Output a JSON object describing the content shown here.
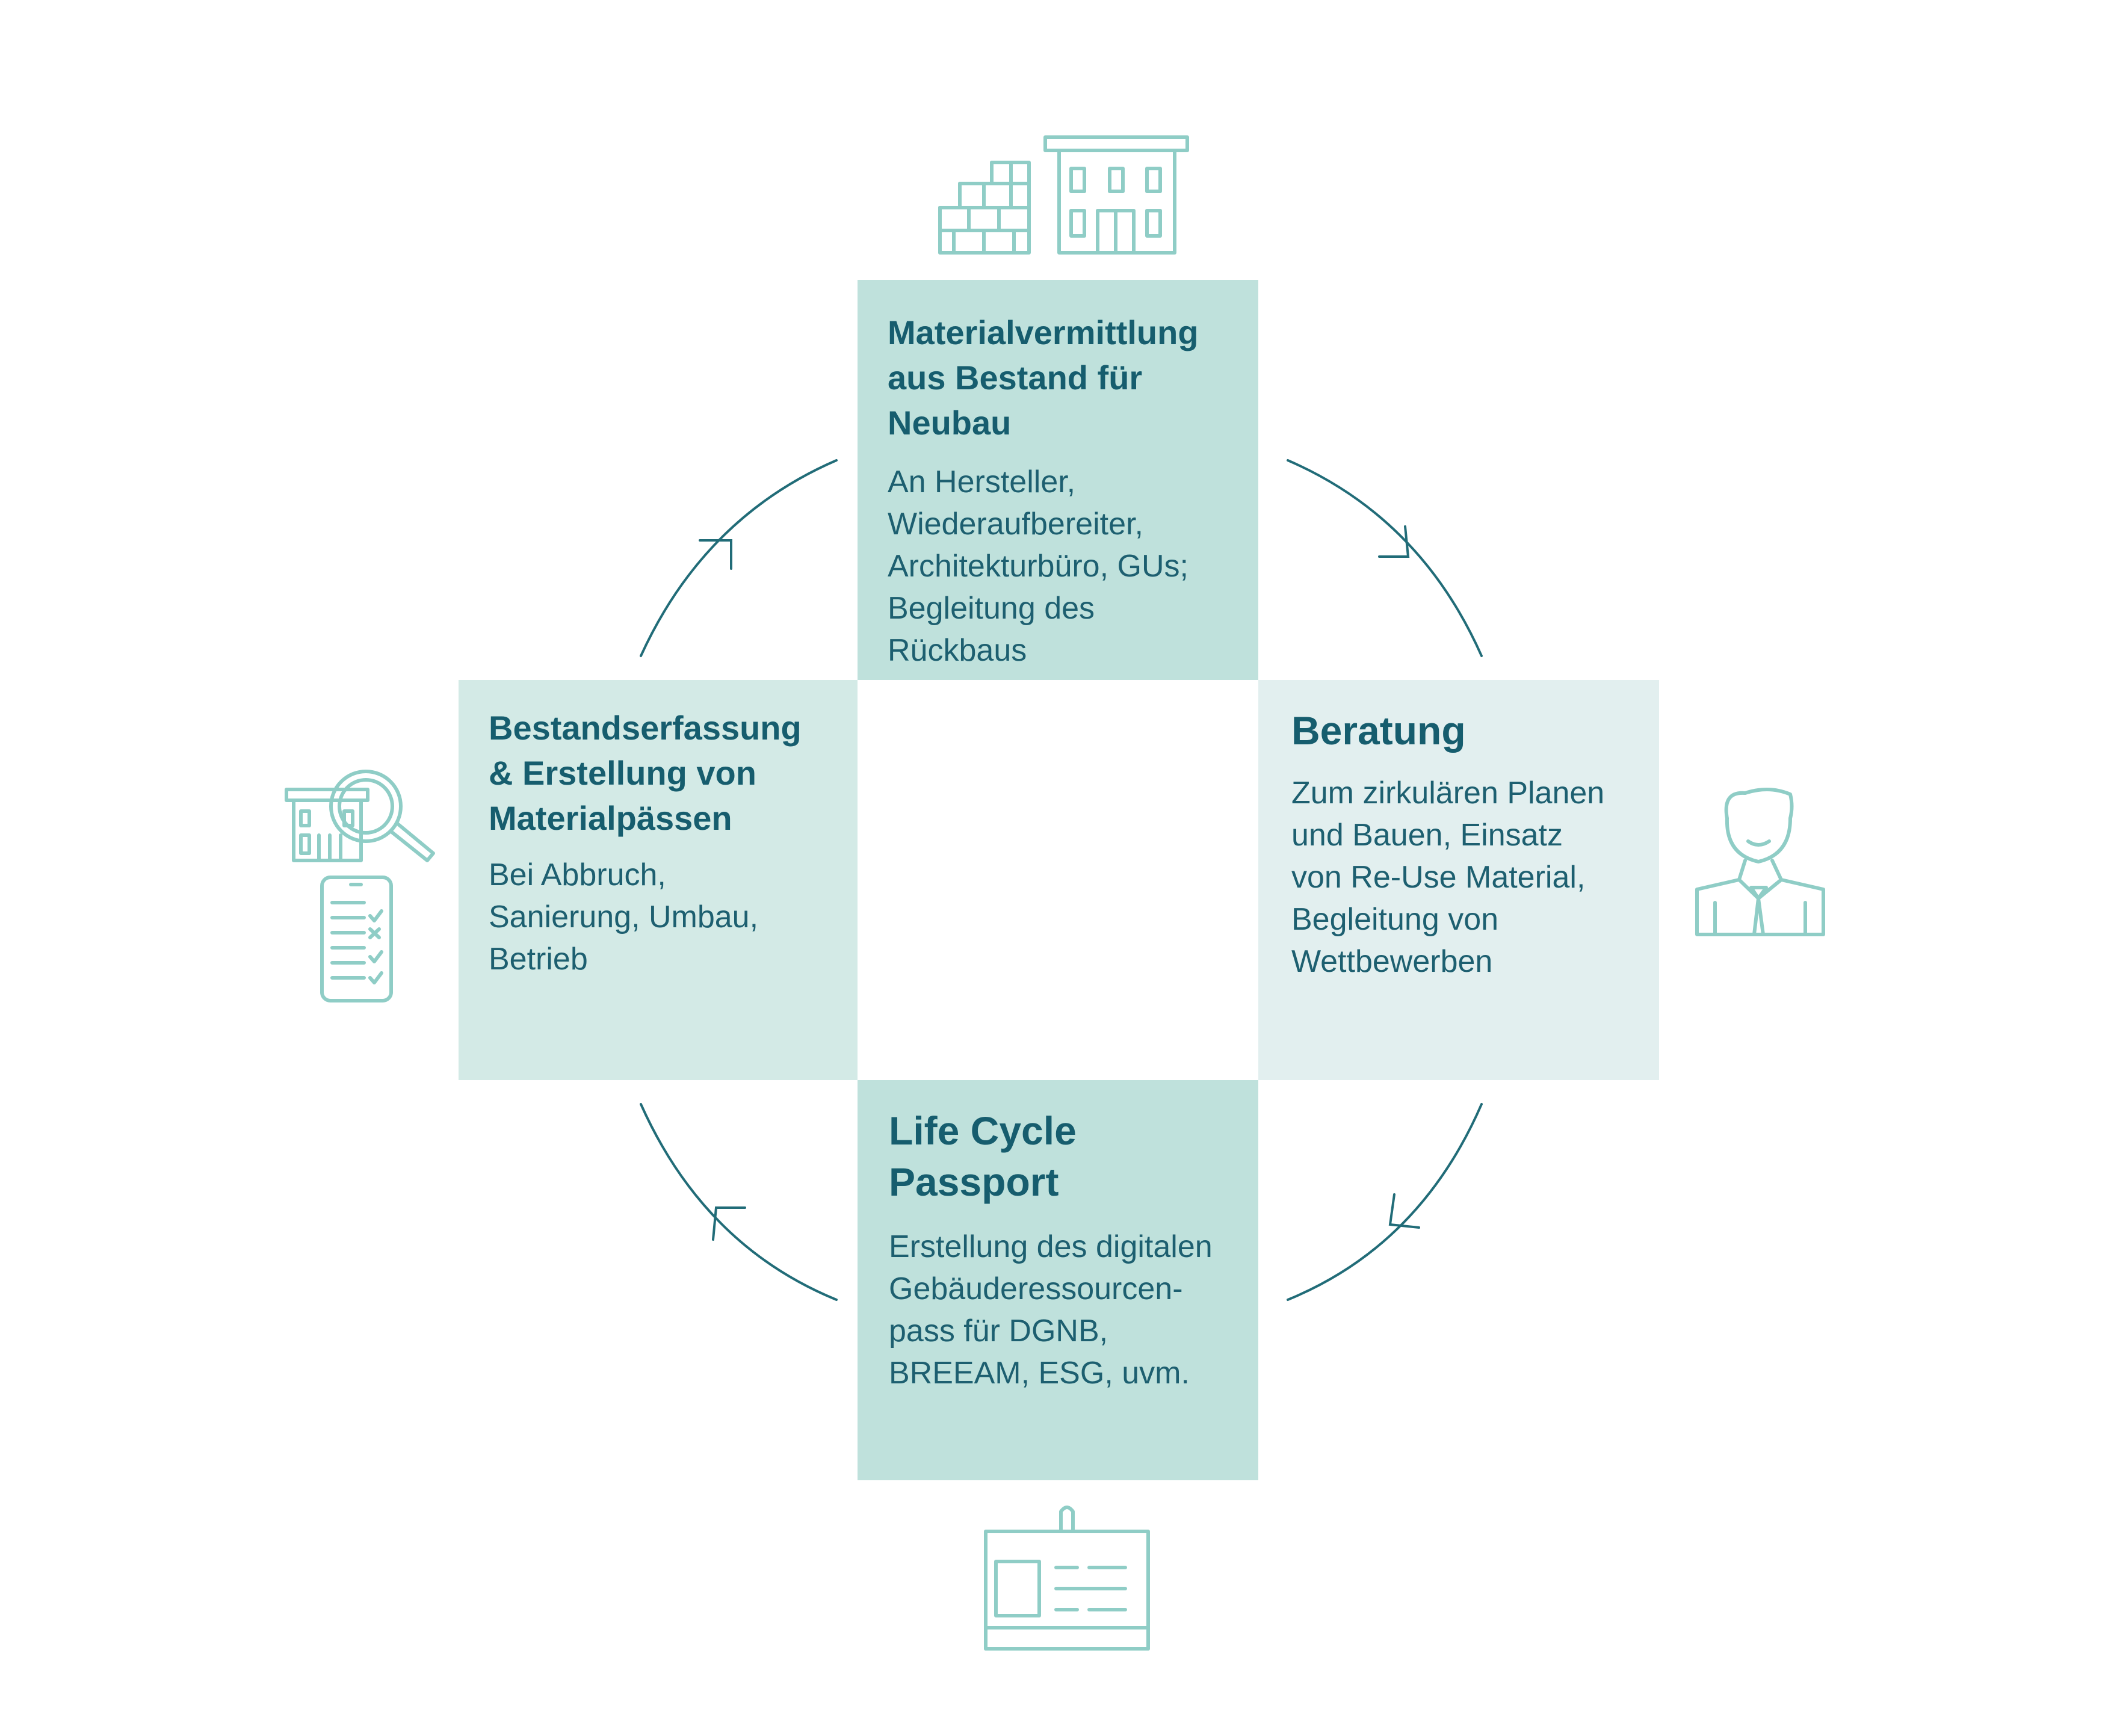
{
  "boxes": {
    "top": {
      "title": [
        "Materialvermittlung",
        "aus Bestand für",
        "Neubau"
      ],
      "body": [
        "An Hersteller,",
        "Wiederaufbereiter,",
        "Architekturbüro, GUs;",
        "Begleitung des",
        "Rückbaus"
      ]
    },
    "left": {
      "title": [
        "Bestandserfassung",
        "& Erstellung von",
        "Materialpässen"
      ],
      "body": [
        "Bei Abbruch,",
        "Sanierung, Umbau,",
        "Betrieb"
      ]
    },
    "right": {
      "title": [
        "Beratung"
      ],
      "body": [
        "Zum zirkulären Planen",
        "und Bauen, Einsatz",
        "von Re-Use Material,",
        "Begleitung von",
        "Wettbewerben"
      ]
    },
    "bottom": {
      "title": [
        "Life Cycle",
        "Passport"
      ],
      "body": [
        "Erstellung des digitalen",
        "Gebäuderessourcen-",
        "pass für DGNB,",
        "BREEAM, ESG, uvm."
      ]
    }
  },
  "icons": {
    "top": [
      "brick-wall-icon",
      "building-icon"
    ],
    "left": [
      "building-search-icon",
      "checklist-phone-icon"
    ],
    "right": [
      "person-icon"
    ],
    "bottom": [
      "id-badge-icon"
    ]
  },
  "colors": {
    "box_dark": "#bfe1dc",
    "box_mid": "#d3eae6",
    "box_light": "#e2efef",
    "title": "#165d6e",
    "icon": "#8fcdc6",
    "arrow": "#216c78"
  }
}
